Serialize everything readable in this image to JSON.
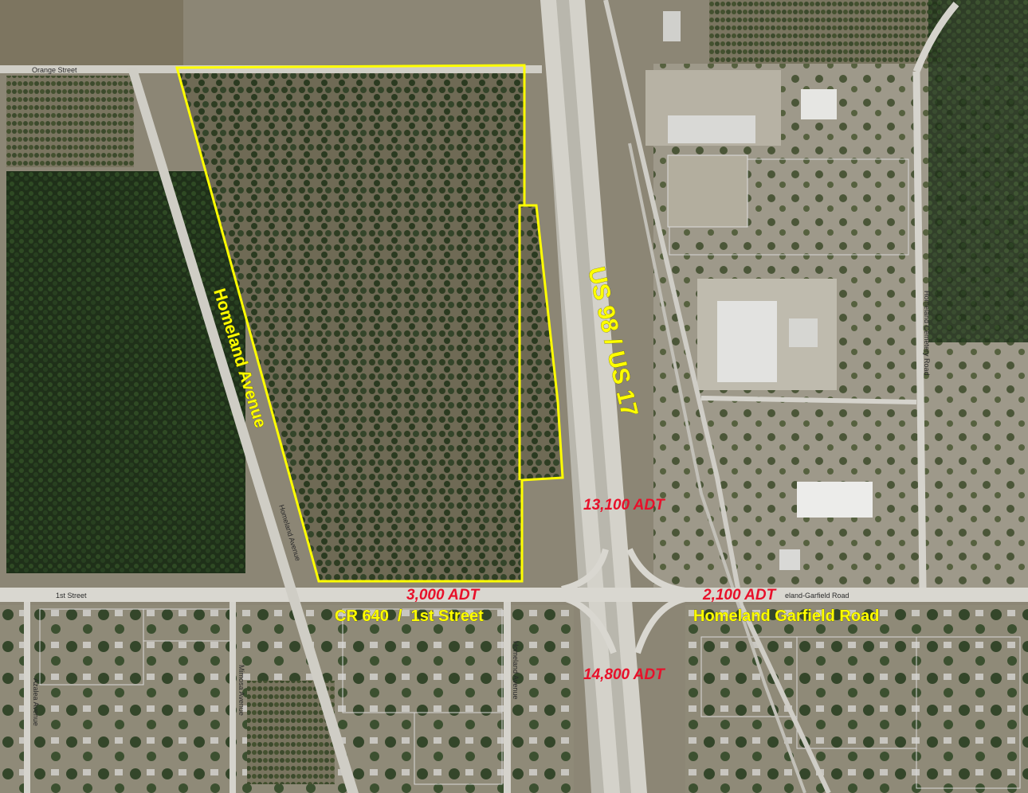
{
  "labels": {
    "highway": "US 98 / US 17",
    "homeland_avenue_big": "Homeland Avenue",
    "cr640": "CR 640  /  1st Street",
    "homeland_garfield": "Homeland Garfield Road",
    "adt_north": "13,100 ADT",
    "adt_west": "3,000 ADT",
    "adt_east": "2,100 ADT",
    "adt_south": "14,800 ADT"
  },
  "street_labels": {
    "orange_street": "Orange Street",
    "first_street": "1st Street",
    "homeland_avenue_small": "Homeland Avenue",
    "homeland_avenue_south": "Homeland Avenue",
    "mimosa_avenue": "Mimosa Avenue",
    "azalea_avenue": "Azalea Avenue",
    "homeland_cemetery_road": "Homeland Cemetery Road",
    "garfield_road_small": "eland-Garfield Road"
  },
  "colors": {
    "parcel_outline": "#ffff00",
    "adt_text": "#e8102a",
    "label_text": "#ffff00"
  }
}
